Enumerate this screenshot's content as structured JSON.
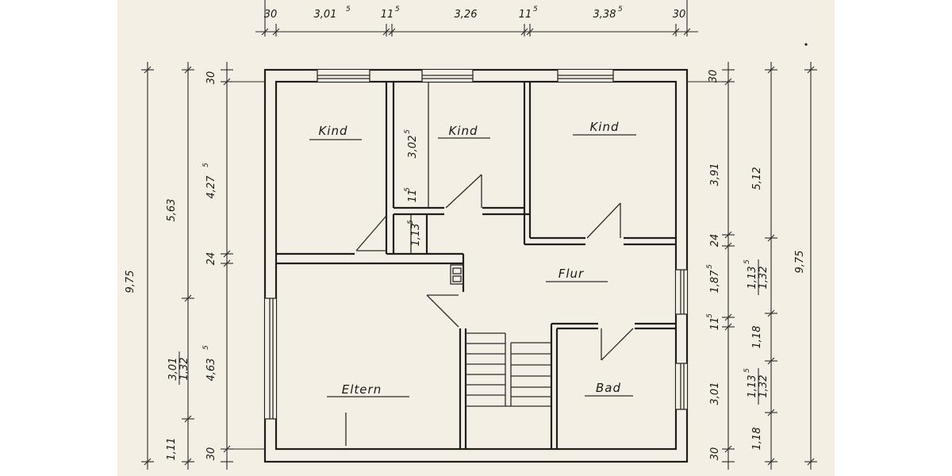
{
  "rooms": {
    "kind1": "Kind",
    "kind2": "Kind",
    "kind3": "Kind",
    "flur": "Flur",
    "eltern": "Eltern",
    "bad": "Bad"
  },
  "dims_top": {
    "d1": "30",
    "d2": "3,01",
    "d2_sup": "5",
    "d3": "11",
    "d3_sup": "5",
    "d4": "3,26",
    "d5": "11",
    "d5_sup": "5",
    "d6": "3,38",
    "d6_sup": "5",
    "d7": "30"
  },
  "dims_left": {
    "total": "9,75",
    "upper": "5,63",
    "a": "30",
    "b": "4,27",
    "b_sup": "5",
    "c": "24",
    "d": "4,63",
    "d_sup": "5",
    "window_num": "3,01",
    "window_den": "1,32",
    "e": "1,11",
    "f": "30"
  },
  "dims_right": {
    "a": "30",
    "b": "3,91",
    "c": "24",
    "d": "1,87",
    "d_sup": "5",
    "e": "11",
    "e_sup": "5",
    "f": "3,01",
    "g": "30",
    "upper": "5,12",
    "win1_num": "1,13",
    "win1_num_sup": "5",
    "win1_den": "1,32",
    "h": "1,18",
    "win2_num": "1,13",
    "win2_num_sup": "5",
    "win2_den": "1,32",
    "i": "1,18",
    "total": "9,75"
  },
  "dims_inner": {
    "kind_width": "3,02",
    "kind_width_sup": "5",
    "wall": "11",
    "wall_sup": "5",
    "door": "1,13",
    "door_sup": "5"
  }
}
